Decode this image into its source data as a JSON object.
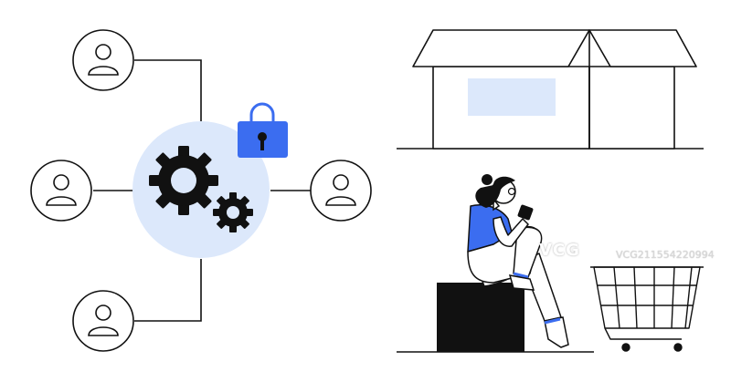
{
  "palette": {
    "line": "#111111",
    "hub_fill": "#dce8fb",
    "lock_blue": "#3b6df0",
    "box_window": "#dce8fb",
    "shirt_blue": "#3b6df0",
    "gear": "#111111"
  },
  "icons": {
    "users": [
      "user-icon",
      "user-icon",
      "user-icon",
      "user-icon"
    ],
    "hub": "gears-icon",
    "lock": "padlock-icon",
    "box": "open-box-icon",
    "cart": "shopping-cart-icon",
    "person": "woman-with-phone-illustration"
  },
  "watermark": {
    "logo": "VCG",
    "code": "VCG211554220994"
  }
}
